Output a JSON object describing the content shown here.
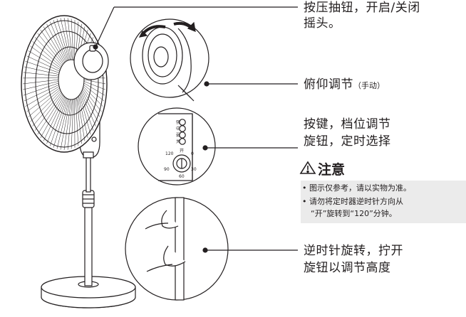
{
  "labels": {
    "oscillation_line1": "按压抽钮，开启/关闭",
    "oscillation_line2": "摇头。",
    "tilt": "俯仰调节",
    "tilt_note": "（手动）",
    "controls_line1": "按键，档位调节",
    "controls_line2": "旋钮，定时选择",
    "height_line1": "逆时针旋转，拧开",
    "height_line2": "旋钮以调节高度"
  },
  "warning": {
    "title": "注意",
    "note1": "• 图示仅参考，请以实物为准。",
    "note2": "• 请勿将定时器逆时针方向从",
    "note3": "“开”旋转到“120”分钟。"
  },
  "control_panel": {
    "buttons": [
      "强",
      "中",
      "弱",
      "关"
    ],
    "timer_top": "开",
    "timer_120": "120",
    "timer_90": "90",
    "timer_60": "60",
    "timer_30": "30",
    "timer_0": "0"
  }
}
